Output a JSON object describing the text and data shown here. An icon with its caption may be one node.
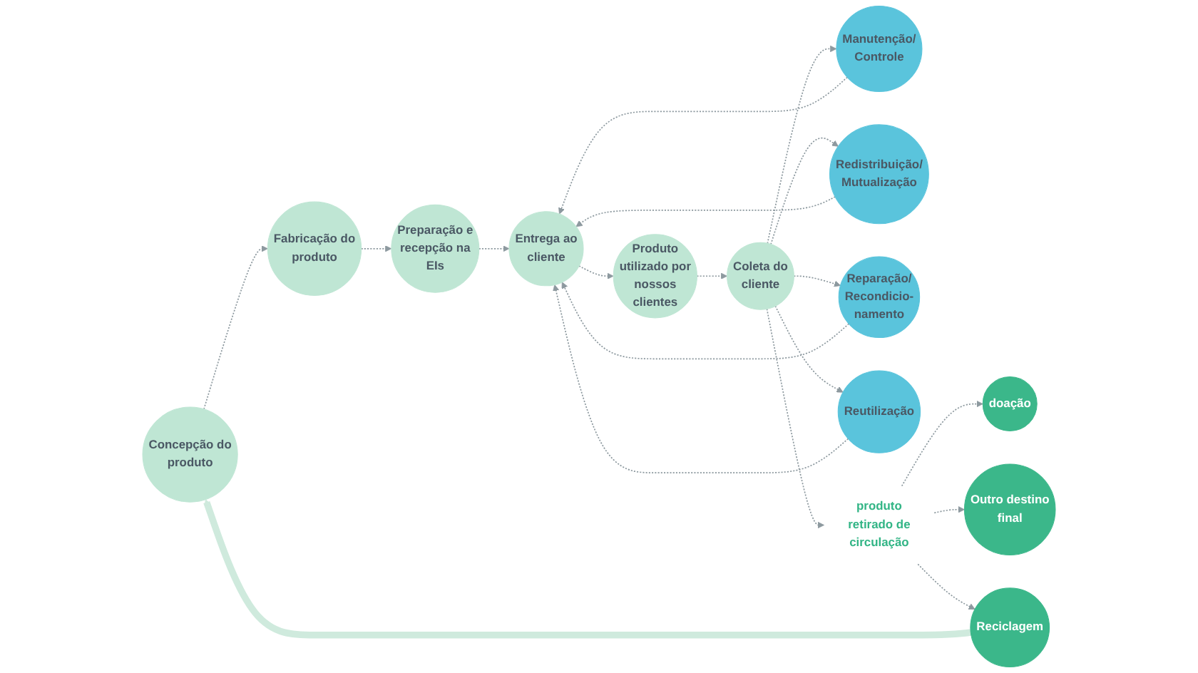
{
  "diagram": {
    "nodes": [
      {
        "text": [
          "Concepção do produto"
        ]
      },
      {
        "text": [
          "Fabricação do produto"
        ]
      },
      {
        "text": [
          "Preparação e recepção na EIs"
        ]
      },
      {
        "text": [
          "Entrega ao cliente"
        ]
      },
      {
        "text": [
          "Produto utilizado por nossos clientes"
        ]
      },
      {
        "text": [
          "Coleta do cliente"
        ]
      },
      {
        "text": [
          "produto retirado de circulação"
        ]
      },
      {
        "text": [
          "doação"
        ]
      },
      {
        "text": [
          "Outro destino final"
        ]
      },
      {
        "text": [
          "Reciclagem"
        ]
      },
      {
        "text": [
          "Manutenção/ Controle"
        ]
      },
      {
        "text": [
          "Redistribuição/ Mutualização"
        ]
      },
      {
        "text": [
          "Reparação/ Recondicio- namento"
        ]
      },
      {
        "text": [
          "Reutilização"
        ]
      }
    ],
    "edges": [
      {
        "from": 0,
        "to": 1,
        "arrow": "to",
        "style": "dashed"
      },
      {
        "from": 1,
        "to": 2,
        "arrow": "to",
        "style": "dashed"
      },
      {
        "from": 2,
        "to": 3,
        "arrow": "to",
        "style": "dashed"
      },
      {
        "from": 3,
        "to": 4,
        "arrow": "to",
        "style": "dashed"
      },
      {
        "from": 4,
        "to": 5,
        "arrow": "to",
        "style": "dashed"
      },
      {
        "from": 5,
        "to": 6,
        "arrow": "to",
        "style": "dashed"
      },
      {
        "from": 6,
        "to": 7,
        "arrow": "to",
        "style": "dashed"
      },
      {
        "from": 6,
        "to": 8,
        "arrow": "to",
        "style": "dashed"
      },
      {
        "from": 6,
        "to": 9,
        "arrow": "to",
        "style": "dashed"
      },
      {
        "from": 9,
        "to": 0,
        "arrow": "to",
        "style": "thick",
        "color": "#cfeadd"
      },
      {
        "from": 5,
        "to": 10,
        "arrow": "to",
        "style": "dashed"
      },
      {
        "from": 5,
        "to": 11,
        "arrow": "to",
        "style": "dashed"
      },
      {
        "from": 5,
        "to": 12,
        "arrow": "to",
        "style": "dashed"
      },
      {
        "from": 5,
        "to": 13,
        "arrow": "to",
        "style": "dashed"
      },
      {
        "from": 10,
        "to": 3,
        "arrow": "to",
        "style": "dashed"
      },
      {
        "from": 11,
        "to": 3,
        "arrow": "to",
        "style": "dashed"
      },
      {
        "from": 12,
        "to": 3,
        "arrow": "to",
        "style": "dashed"
      },
      {
        "from": 13,
        "to": 3,
        "arrow": "to",
        "style": "dashed"
      }
    ]
  }
}
